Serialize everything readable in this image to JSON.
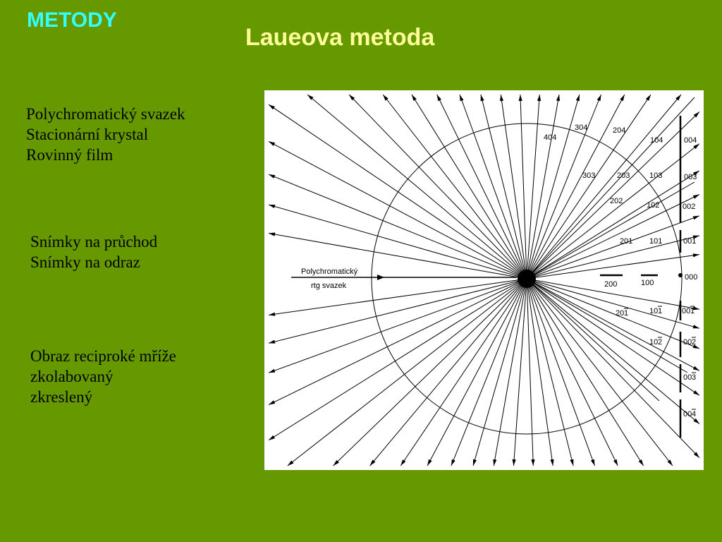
{
  "header": {
    "section": "METODY",
    "title": "Laueova metoda"
  },
  "conditions": [
    "Polychromatický svazek",
    "Stacionární krystal",
    "Rovinný film"
  ],
  "exposures": [
    "Snímky na průchod",
    "Snímky na odraz"
  ],
  "reciprocal": [
    "Obraz reciproké mříže",
    "zkolabovaný",
    "zkreslený"
  ],
  "figure": {
    "beam_label_line1": "Polychromatický",
    "beam_label_line2": "rtg svazek",
    "reflections": [
      {
        "text": "404",
        "ov": false
      },
      {
        "text": "304",
        "ov": false
      },
      {
        "text": "204",
        "ov": false
      },
      {
        "text": "104",
        "ov": false
      },
      {
        "text": "004",
        "ov": false
      },
      {
        "text": "303",
        "ov": false
      },
      {
        "text": "203",
        "ov": false
      },
      {
        "text": "103",
        "ov": false
      },
      {
        "text": "003",
        "ov": false
      },
      {
        "text": "202",
        "ov": false
      },
      {
        "text": "102",
        "ov": false
      },
      {
        "text": "002",
        "ov": false
      },
      {
        "text": "201",
        "ov": false
      },
      {
        "text": "101",
        "ov": false
      },
      {
        "text": "001",
        "ov": false
      },
      {
        "text": "200",
        "ov": false
      },
      {
        "text": "100",
        "ov": false
      },
      {
        "text": "000",
        "ov": false
      },
      {
        "text": "20",
        "ov": true
      },
      {
        "text": "10",
        "ov": true
      },
      {
        "text": "00",
        "ov": true
      },
      {
        "text": "10",
        "ov": true
      },
      {
        "text": "00",
        "ov": true
      },
      {
        "text": "00",
        "ov": true
      },
      {
        "text": "00",
        "ov": true
      }
    ]
  }
}
